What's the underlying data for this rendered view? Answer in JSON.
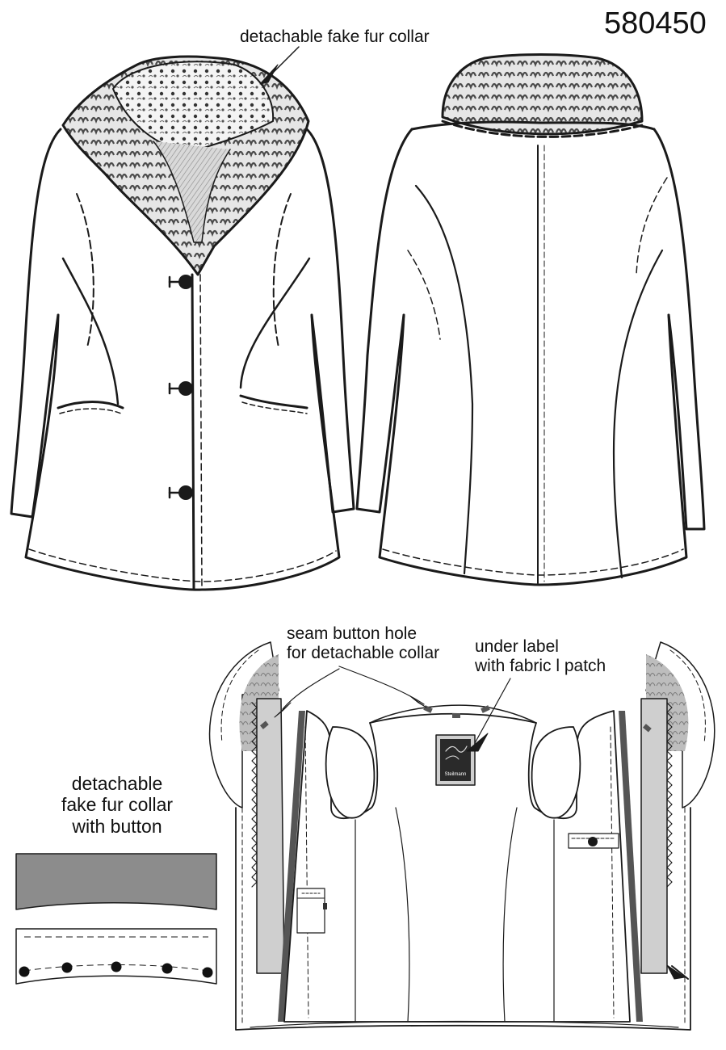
{
  "sheet": {
    "article_number": "580450"
  },
  "annotations": {
    "fur_collar": "detachable fake fur collar",
    "seam_button_hole_line1": "seam button hole",
    "seam_button_hole_line2": "for detachable collar",
    "under_label_line1": "under label",
    "under_label_line2": "with fabric l patch",
    "detachable_line1": "detachable",
    "detachable_line2": "fake fur collar",
    "detachable_line3": "with button"
  },
  "label_patch": {
    "brand_text": "Steilmann"
  },
  "colors": {
    "line": "#1a1a1a",
    "fur_shade": "#bdbdbd",
    "collar_fill": "#8c8c8c",
    "lining_fill": "#cfcfcf",
    "facing_stripe": "#555555",
    "button": "#1a1a1a"
  }
}
